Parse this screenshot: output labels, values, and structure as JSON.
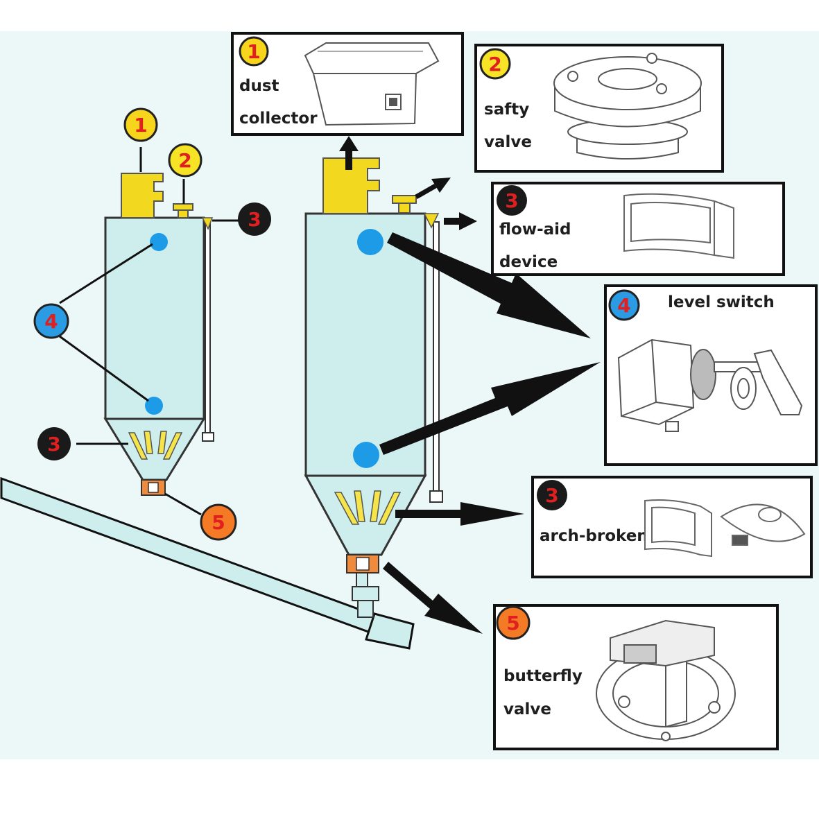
{
  "diagram": {
    "left_markers": [
      {
        "number": "1",
        "color": "#f7d51c"
      },
      {
        "number": "2",
        "color": "#f7e326"
      },
      {
        "number": "3",
        "color": "#1a1a1a"
      },
      {
        "number": "4",
        "color": "#2b9be3"
      },
      {
        "number": "3",
        "color": "#1a1a1a"
      },
      {
        "number": "5",
        "color": "#f47a26"
      }
    ],
    "callouts": [
      {
        "number": "1",
        "color": "#f7d51c",
        "lines": [
          "dust",
          "collector"
        ]
      },
      {
        "number": "2",
        "color": "#f7e326",
        "lines": [
          "safty",
          "valve"
        ]
      },
      {
        "number": "3",
        "color": "#1a1a1a",
        "lines": [
          "flow-aid",
          "device"
        ]
      },
      {
        "number": "4",
        "color": "#2b9be3",
        "lines": [
          "level switch"
        ]
      },
      {
        "number": "3",
        "color": "#1a1a1a",
        "lines": [
          "arch-broken"
        ]
      },
      {
        "number": "5",
        "color": "#f47a26",
        "lines": [
          "butterfly",
          "valve"
        ]
      }
    ],
    "colors": {
      "tank": "#cdeeed",
      "background": "#ecf8f8",
      "dust_collector": "#f2d81f",
      "level_switch_dot": "#1e9be6",
      "butterfly_valve": "#f08a3c",
      "arrow": "#111111"
    }
  }
}
